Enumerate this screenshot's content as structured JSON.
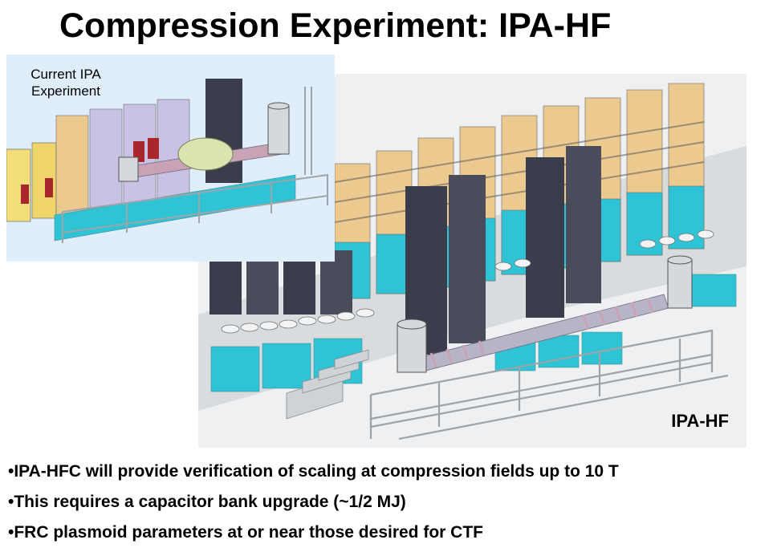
{
  "slide": {
    "title": "Compression Experiment: IPA-HF",
    "inset_label_line1": "Current IPA",
    "inset_label_line2": "Experiment",
    "main_label": "IPA-HF",
    "bullets": [
      "•IPA-HFC will provide verification of scaling at compression fields up to 10 T",
      "•This requires a capacitor bank upgrade (~1/2 MJ)",
      "•FRC plasmoid parameters at or near those desired for CTF"
    ]
  },
  "colors": {
    "capacitor_cyan": "#2ec4d6",
    "tower_dark": "#3c3d4c",
    "tan_band": "#ecc98f",
    "frame_gray": "#c8ccd0",
    "coil_pink": "#c9a3b5"
  }
}
